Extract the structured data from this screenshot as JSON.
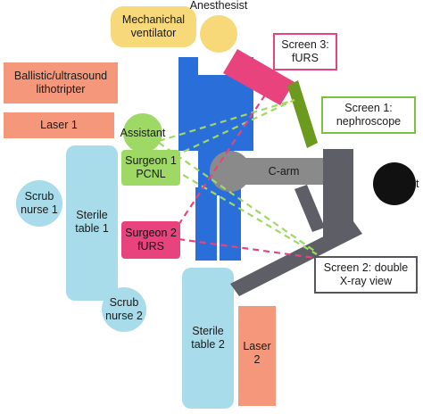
{
  "labels": {
    "anesthesist": "Anesthesist",
    "ventilator": "Mechanichal\nventilator",
    "lithotripter": "Ballistic/ultrasound\nlithotripter",
    "laser1": "Laser 1",
    "assistant": "Assistant",
    "surgeon1": "Surgeon 1\nPCNL",
    "surgeon2": "Surgeon 2\nfURS",
    "scrub1": "Scrub\nnurse 1",
    "scrub2": "Scrub\nnurse 2",
    "sterile1": "Sterile\ntable 1",
    "sterile2": "Sterile\ntable 2",
    "laser2": "Laser\n2",
    "carm": "C-arm",
    "screen1": "Screen 1:\nnephroscope",
    "screen2": "Screen 2: double\nX-ray view",
    "screen3": "Screen 3:\nfURS",
    "edge_t": "t"
  },
  "colors": {
    "yellow": "#f7d97a",
    "salmon": "#f4977a",
    "light_blue": "#a8dcea",
    "green": "#9ed865",
    "pink": "#e8437c",
    "blue": "#2a6fd9",
    "gray": "#8a8a8a",
    "dark_gray": "#5e5e66",
    "olive": "#6c9a1f",
    "screen3_border": "#e8437c",
    "screen1_border": "#7bc242",
    "screen2_border": "#55555b"
  }
}
